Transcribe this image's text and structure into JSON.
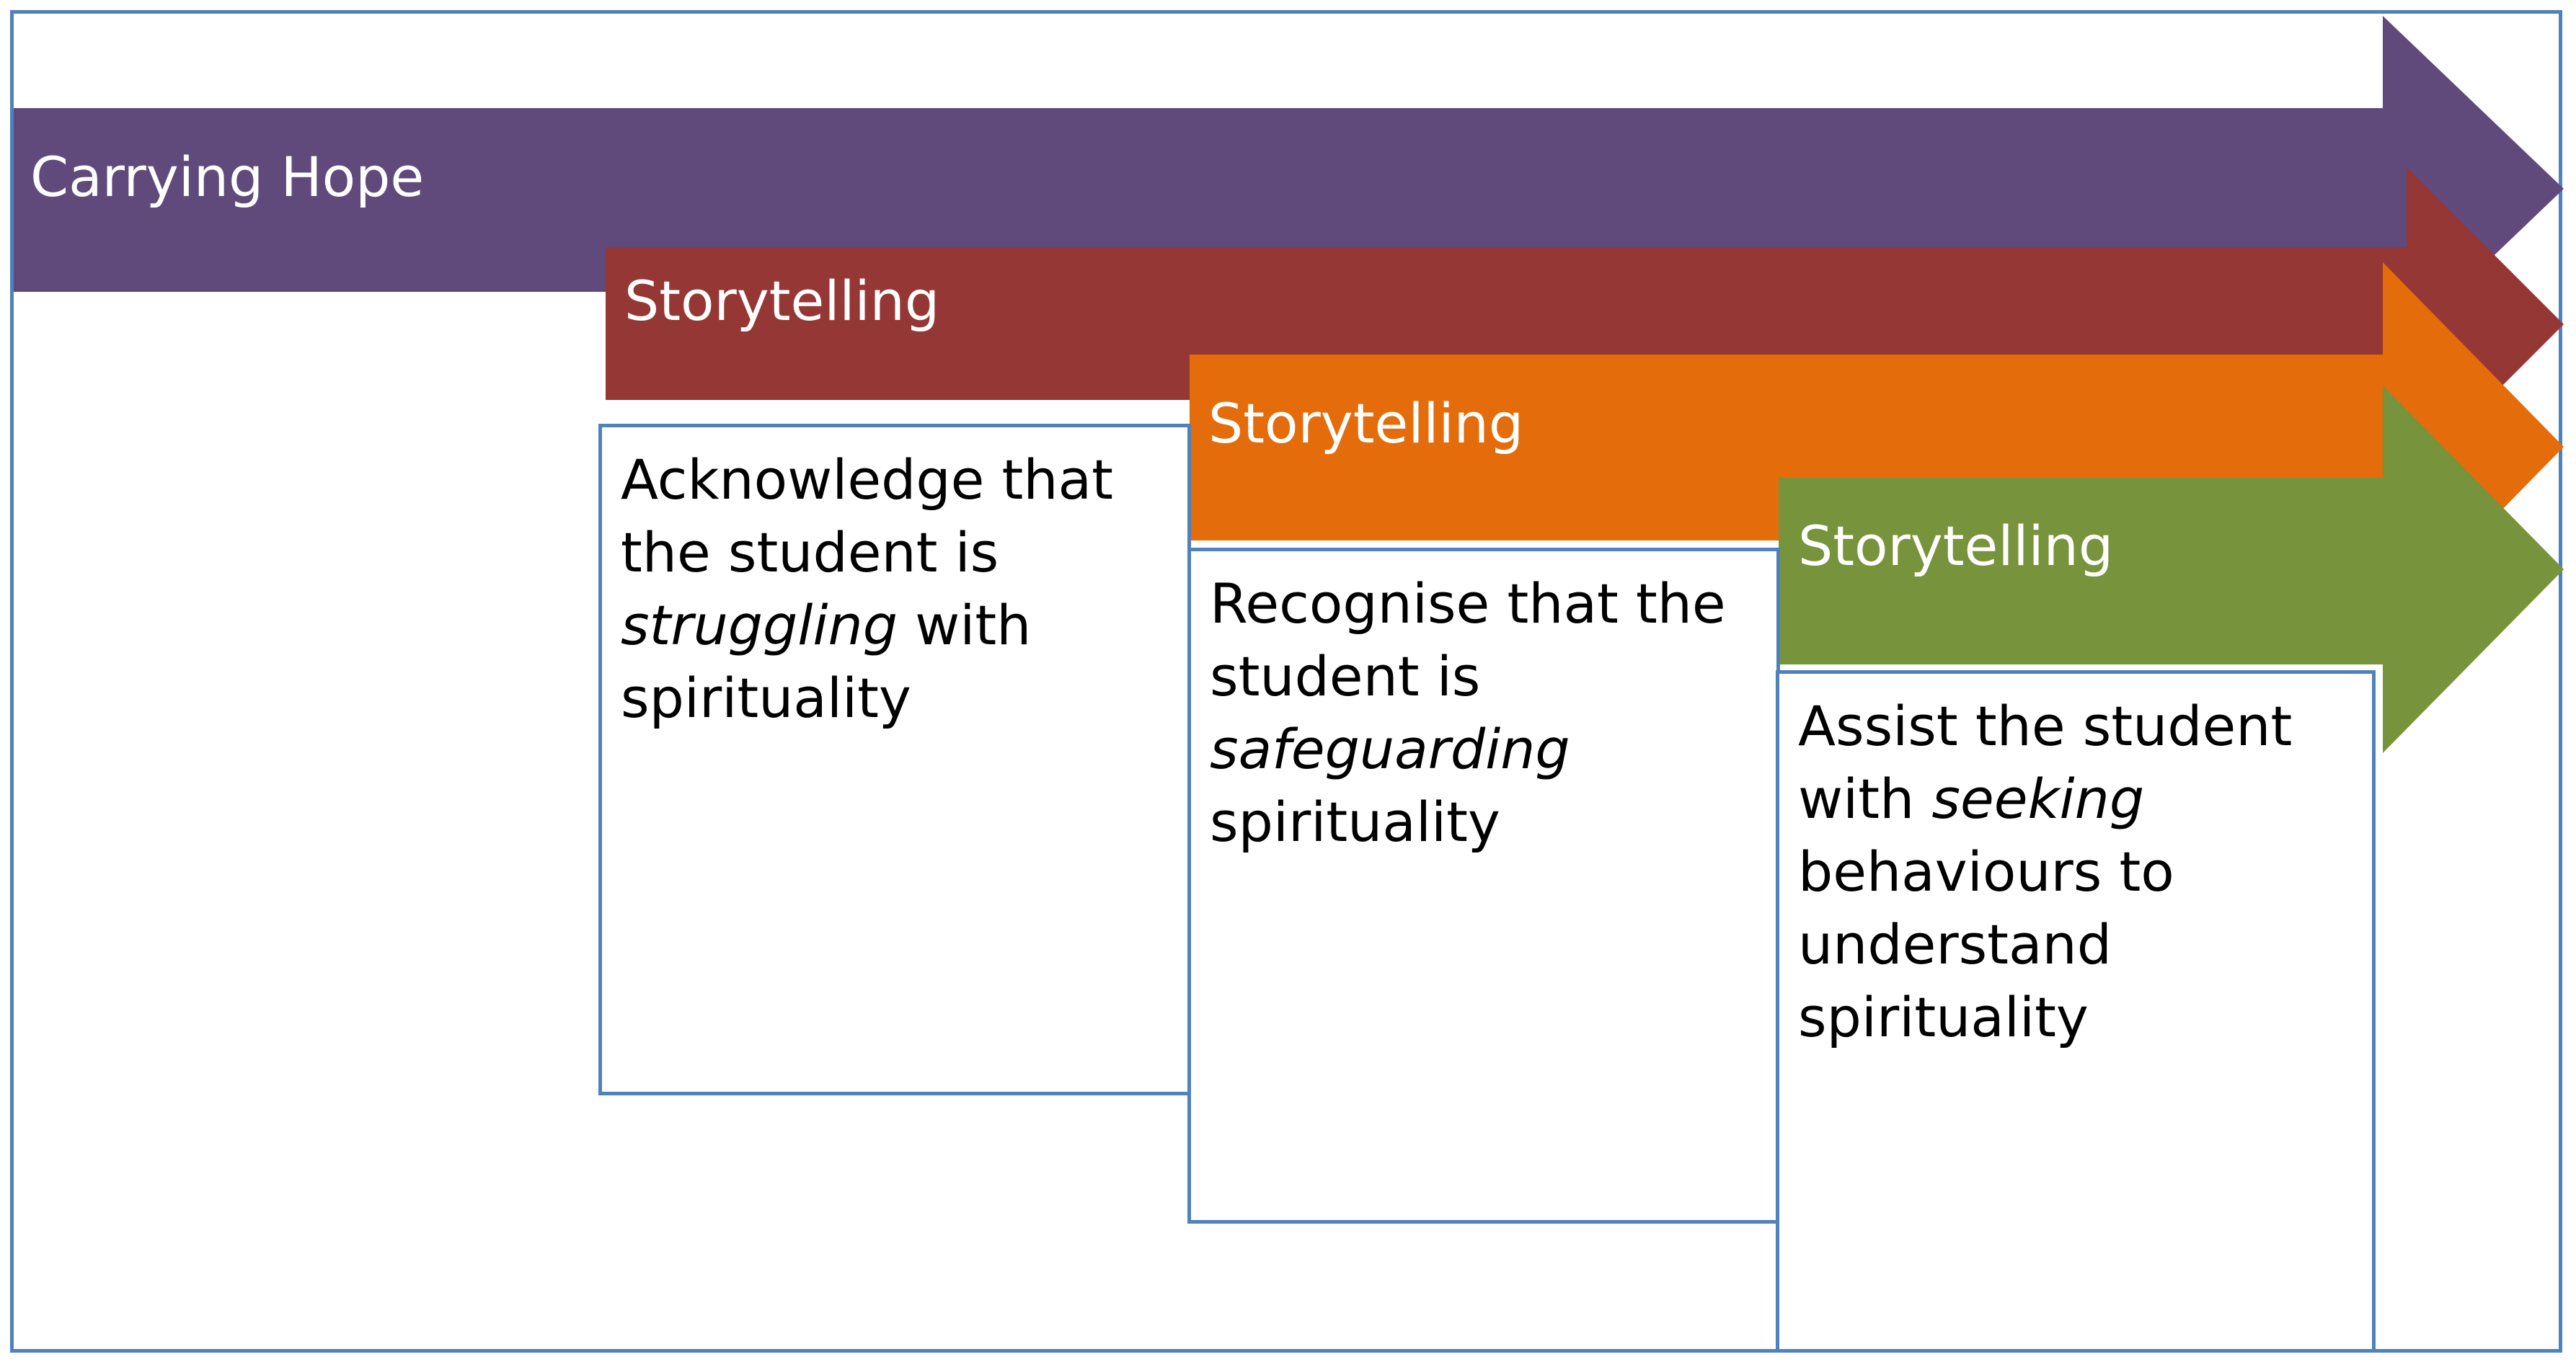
{
  "colors": {
    "frame": "#4f81bd",
    "carrying_hope": "#604a7b",
    "storytelling_1": "#953735",
    "storytelling_2": "#e46c0a",
    "storytelling_3": "#77933c"
  },
  "arrows": {
    "carrying_hope": "Carrying Hope",
    "storytelling_1": "Storytelling",
    "storytelling_2": "Storytelling",
    "storytelling_3": "Storytelling"
  },
  "boxes": {
    "acknowledge": {
      "line1": "Acknowledge  that",
      "line2": "the student is",
      "emph": "struggling",
      "after_emph": " with",
      "line4": "spirituality"
    },
    "recognise": {
      "line1": "Recognise that the",
      "line2": "student is",
      "emph": "safeguarding",
      "line4": "spirituality"
    },
    "assist": {
      "line1": "Assist the student",
      "before_emph": "with ",
      "emph": "seeking",
      "line3": "behaviours to",
      "line4": "understand",
      "line5": "spirituality"
    }
  }
}
